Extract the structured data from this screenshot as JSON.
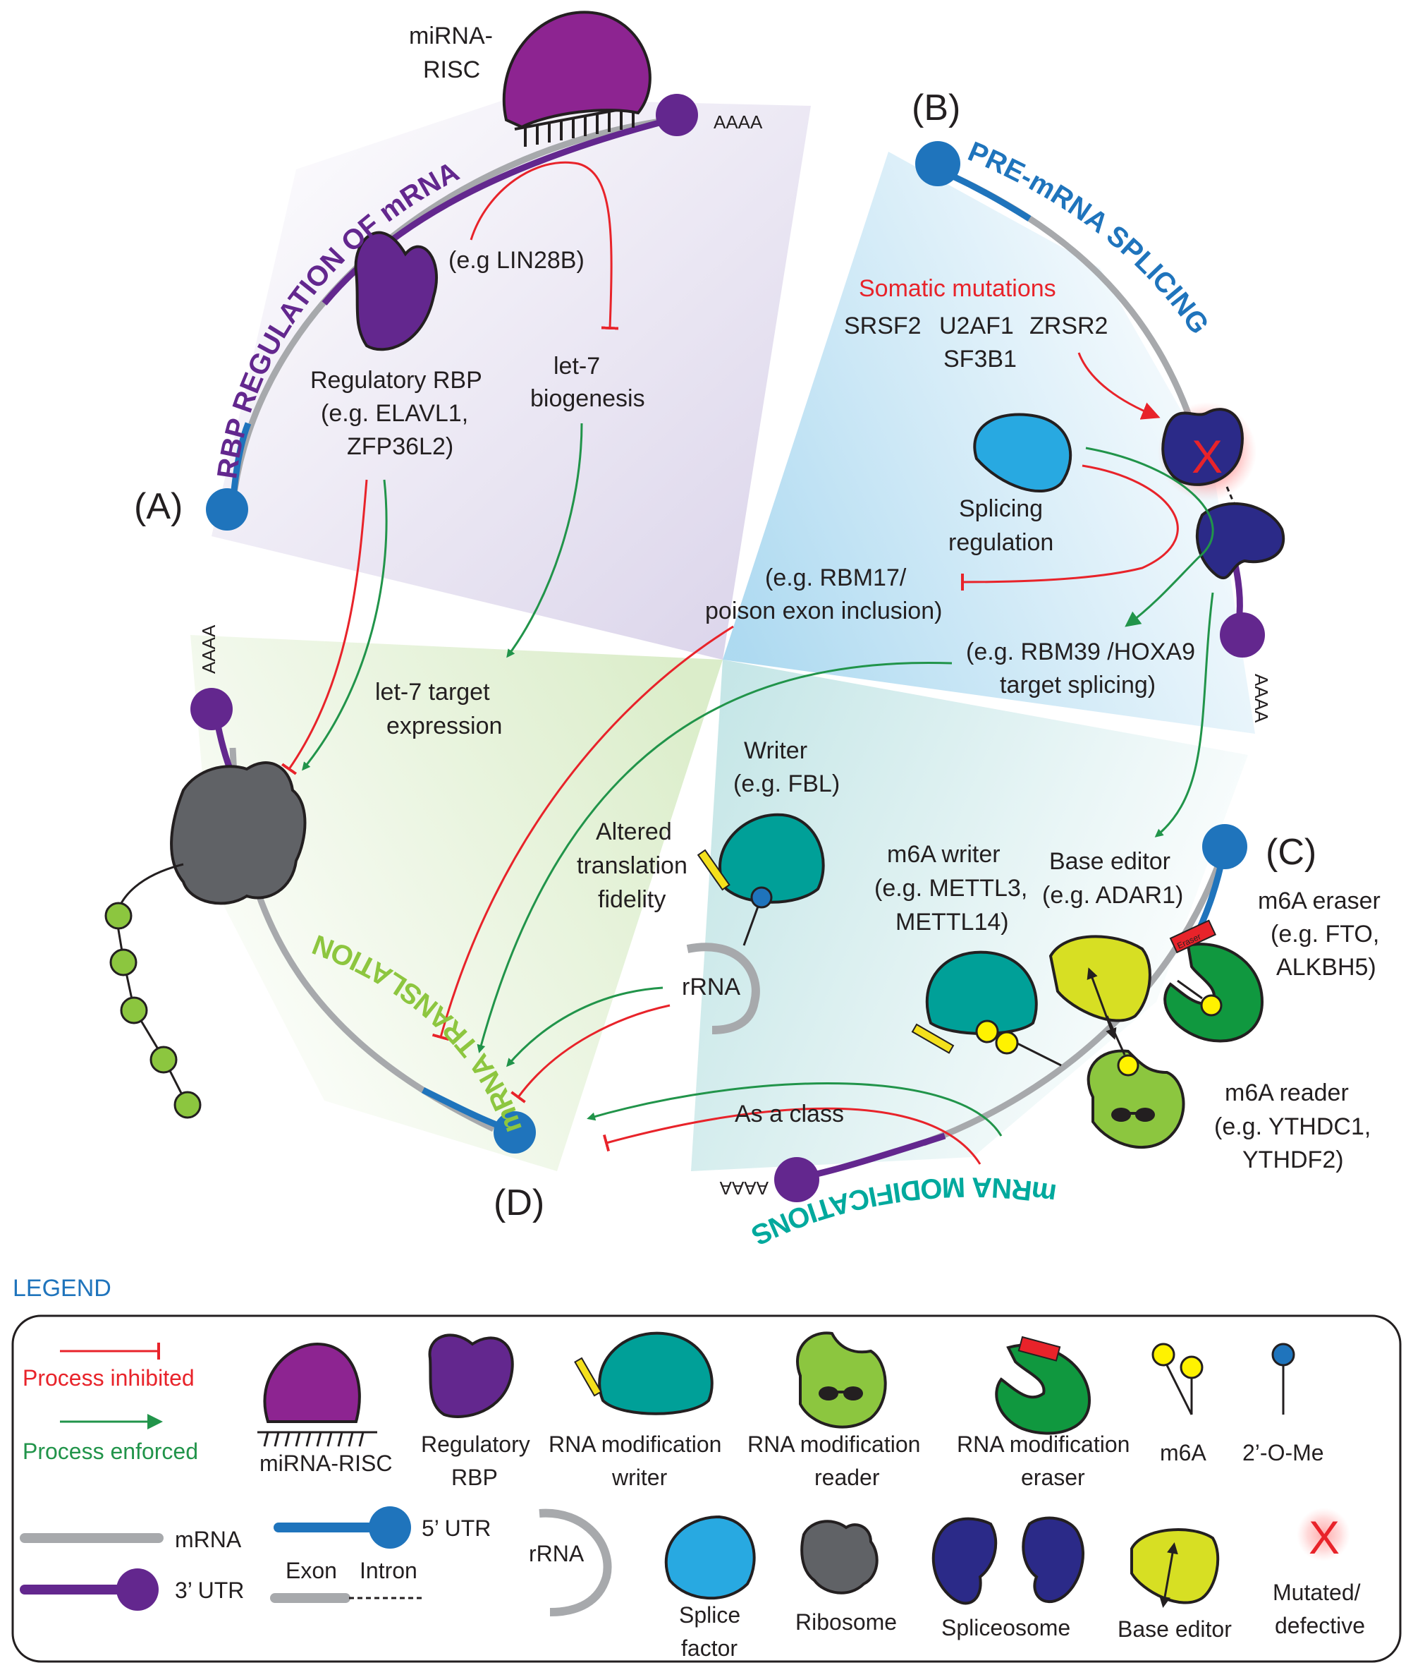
{
  "colors": {
    "inhibit": "#e8232a",
    "enforce": "#21944a",
    "blue": "#1f74bc",
    "purple": "#63278e",
    "risc": "#8d2491",
    "gray": "#a7a9ac",
    "teal": "#00a098",
    "splice": "#28a9e1",
    "spliceosome": "#2b2a88",
    "ribosome": "#606266",
    "lightgreen": "#8cc63f",
    "darkgreen": "#10983f",
    "baseeditor": "#d7df23",
    "yellow": "#fff200",
    "translationText": "#8dc63f",
    "modText": "#00a99d"
  },
  "panels": {
    "a": "(A)",
    "b": "(B)",
    "c": "(C)",
    "d": "(D)"
  },
  "titles": {
    "rbp": "RBP REGULATION OF mRNA",
    "splicing": "PRE-mRNA SPLICING",
    "modifications": "mRNA MODIFICATIONS",
    "translation": "mRNA TRANSLATION"
  },
  "labels": {
    "mirna_risc_1": "miRNA-",
    "mirna_risc_2": "RISC",
    "aaaa": "AAAA",
    "lin28b": "(e.g LIN28B)",
    "let7_1": "let-7",
    "let7_2": "biogenesis",
    "rbp_1": "Regulatory RBP",
    "rbp_2": "(e.g. ELAVL1,",
    "rbp_3": "ZFP36L2)",
    "let7target_1": "let-7 target",
    "let7target_2": "expression",
    "somatic": "Somatic mutations",
    "srsf2": "SRSF2",
    "u2af1": "U2AF1",
    "sf3b1": "SF3B1",
    "zrsr2": "ZRSR2",
    "splicereg_1": "Splicing",
    "splicereg_2": "regulation",
    "rbm17_1": "(e.g. RBM17/",
    "rbm17_2": "poison exon inclusion)",
    "rbm39_1": "(e.g. RBM39 /HOXA9",
    "rbm39_2": "target splicing)",
    "writer_1": "Writer",
    "writer_2": "(e.g. FBL)",
    "altered_1": "Altered",
    "altered_2": "translation",
    "altered_3": "fidelity",
    "rrna": "rRNA",
    "m6awriter_1": "m6A writer",
    "m6awriter_2": "(e.g. METTL3,",
    "m6awriter_3": "METTL14)",
    "baseeditor_1": "Base editor",
    "baseeditor_2": "(e.g. ADAR1)",
    "eraser_1": "m6A eraser",
    "eraser_2": "(e.g. FTO,",
    "eraser_3": "ALKBH5)",
    "reader_1": "m6A reader",
    "reader_2": "(e.g. YTHDC1,",
    "reader_3": "YTHDF2)",
    "asclass": "As a class",
    "x": "X",
    "eraser_tag": "Eraser"
  },
  "legend": {
    "title": "LEGEND",
    "inhibited": "Process inhibited",
    "enforced": "Process enforced",
    "mirna_risc": "miRNA-RISC",
    "reg_rbp_1": "Regulatory",
    "reg_rbp_2": "RBP",
    "writer_1": "RNA modification",
    "writer_2": "writer",
    "reader_1": "RNA modification",
    "reader_2": "reader",
    "eraser_1": "RNA modification",
    "eraser_2": "eraser",
    "m6a": "m6A",
    "ome": "2’-O-Me",
    "mrna": "mRNA",
    "utr3": "3’ UTR",
    "utr5": "5’ UTR",
    "exon": "Exon",
    "intron": "Intron",
    "rrna": "rRNA",
    "splice_1": "Splice",
    "splice_2": "factor",
    "ribosome": "Ribosome",
    "spliceosome": "Spliceosome",
    "base_editor": "Base editor",
    "mutated_1": "Mutated/",
    "mutated_2": "defective",
    "x": "X"
  }
}
